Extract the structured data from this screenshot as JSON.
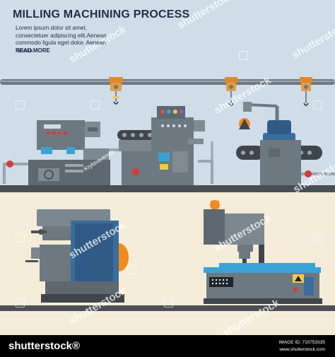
{
  "header": {
    "title": "MILLING MACHINING PROCESS",
    "body": "Lorem ipsum dolor sit amet, consectetuer adipiscing elit.Aenean commodo ligula eget dolor. Aenean massa.",
    "read_more": "READ MORE"
  },
  "watermark": {
    "text": "shutterstock",
    "artist": "Krylovaveroni"
  },
  "footer": {
    "logo_text": "shutterstock",
    "logo_suffix": "®",
    "image_id": "IMAGE ID: 710753335",
    "site": "www.shutterstock.com"
  },
  "colors": {
    "top_background": "#cfdde8",
    "bottom_background": "#f4ecd8",
    "floor": "#4a4f55",
    "machine_grey": "#6e7880",
    "machine_blue": "#3a6d9e",
    "accent_orange": "#f28a1e",
    "title_text": "#1f2d4a"
  },
  "icons": [
    "hoist-hook-icon",
    "robotic-arm-icon",
    "warning-sign-icon"
  ]
}
